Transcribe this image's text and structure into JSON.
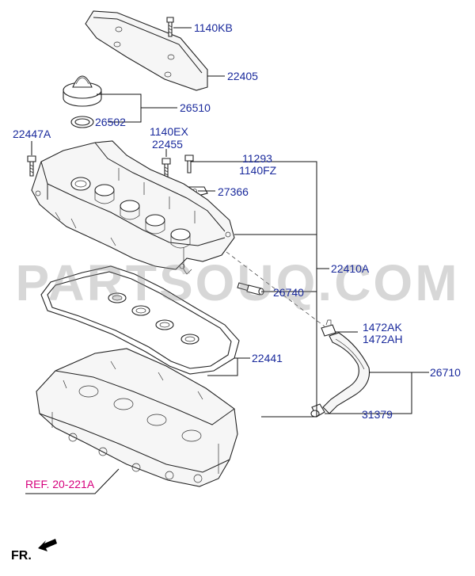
{
  "labels": {
    "l_1140KB": "1140KB",
    "l_22405": "22405",
    "l_26510": "26510",
    "l_26502": "26502",
    "l_22447A": "22447A",
    "l_1140EX": "1140EX",
    "l_22455": "22455",
    "l_11293": "11293",
    "l_1140FZ": "1140FZ",
    "l_27366": "27366",
    "l_22410A": "22410A",
    "l_26740": "26740",
    "l_1472AK": "1472AK",
    "l_1472AH": "1472AH",
    "l_26710": "26710",
    "l_22441": "22441",
    "l_31379": "31379"
  },
  "reference": "REF. 20-221A",
  "front_marker": "FR.",
  "watermark": "PARTSOUQ.COM",
  "colors": {
    "part_number": "#1a2a9c",
    "reference": "#d6007d",
    "line": "#222222"
  }
}
